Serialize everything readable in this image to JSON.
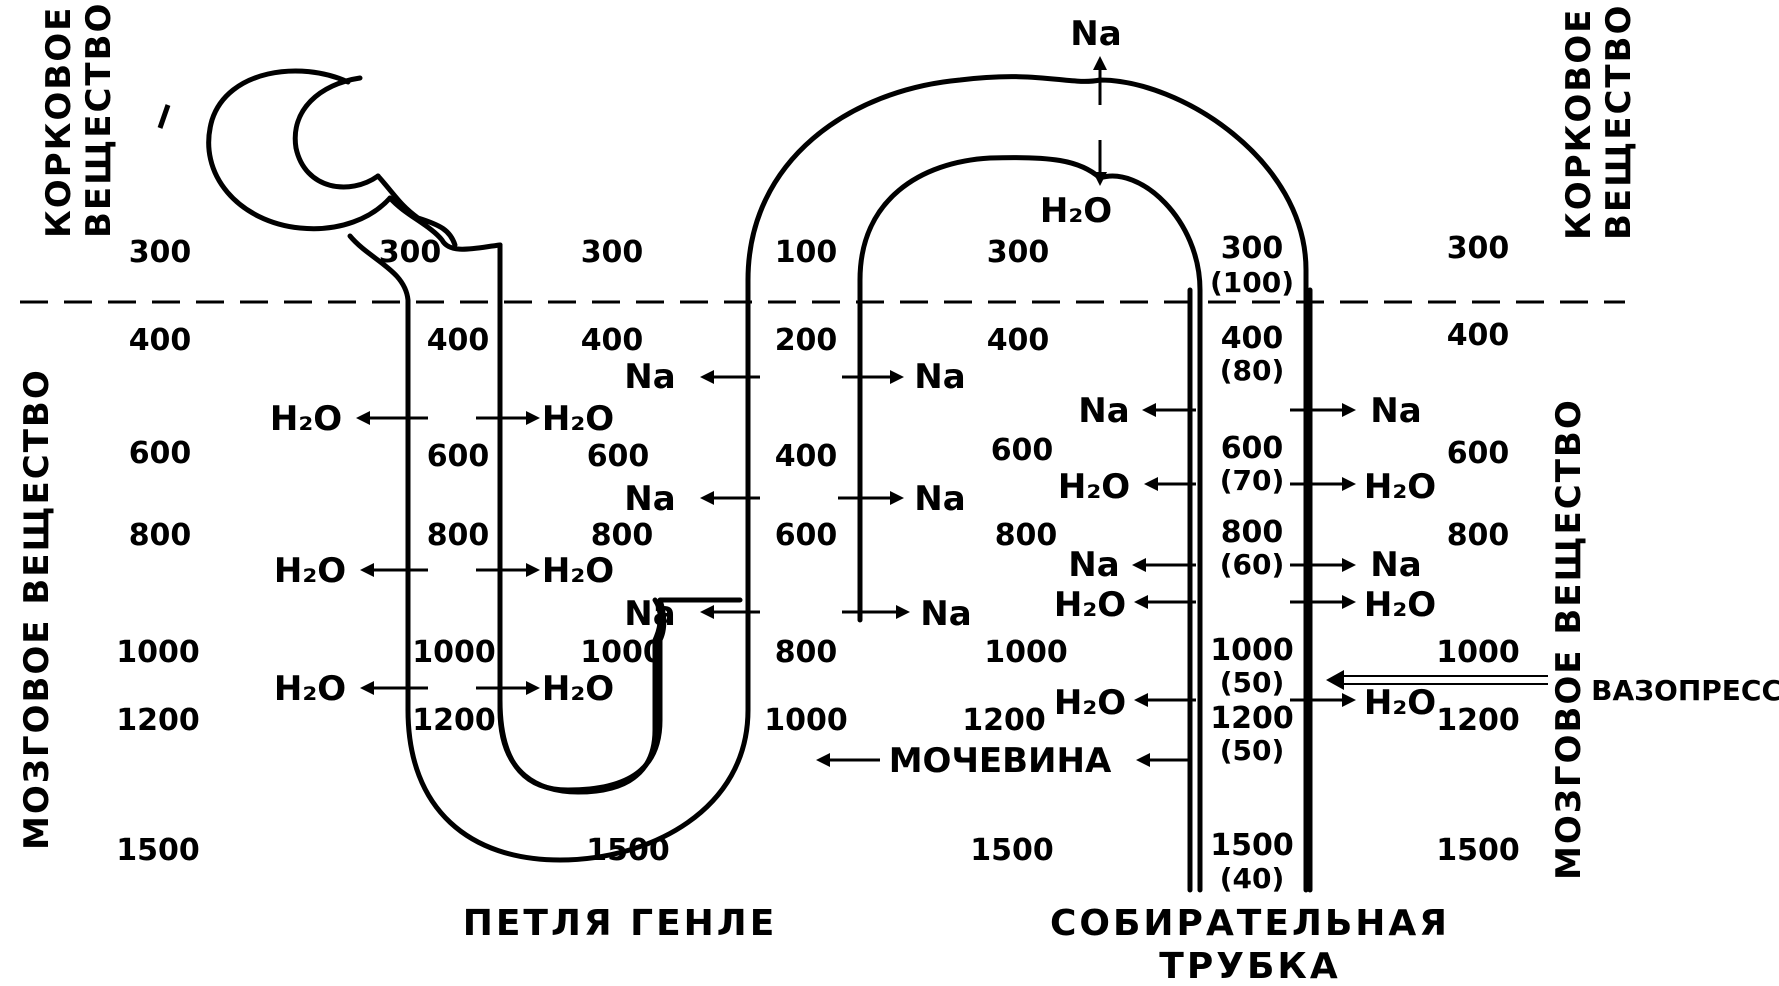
{
  "zones": {
    "cortex_left": [
      "КОРКОВОЕ",
      "ВЕЩЕСТВО"
    ],
    "cortex_right": [
      "КОРКОВОЕ",
      "ВЕЩЕСТВО"
    ],
    "medulla_left": "МОЗГОВОЕ ВЕЩЕСТВО",
    "medulla_right": "МОЗГОВОЕ ВЕЩЕСТВО"
  },
  "columns": {
    "outer_left": [
      "300",
      "400",
      "600",
      "800",
      "1000",
      "1200",
      "1500"
    ],
    "desc_limb": [
      "300",
      "400",
      "600",
      "800",
      "1000",
      "1200"
    ],
    "interstitium_1": [
      "300",
      "400",
      "600",
      "800",
      "1000",
      "1500"
    ],
    "asc_limb": [
      "100",
      "200",
      "400",
      "600",
      "800",
      "1000"
    ],
    "interstitium_2": [
      "300",
      "400",
      "600",
      "800",
      "1000",
      "1200",
      "1500"
    ],
    "collecting_duct": [
      "300",
      "(100)",
      "400",
      "(80)",
      "600",
      "(70)",
      "800",
      "(60)",
      "1000",
      "(50)",
      "1200",
      "(50)",
      "1500",
      "(40)"
    ],
    "outer_right": [
      "300",
      "400",
      "600",
      "800",
      "1000",
      "1200",
      "1500"
    ]
  },
  "substances": {
    "h2o": "H₂O",
    "na": "Na",
    "urea": "МОЧЕВИНА",
    "vasopressin": "ВАЗОПРЕССИН"
  },
  "captions": {
    "loop": "ПЕТЛЯ ГЕНЛЕ",
    "duct_line1": "СОБИРАТЕЛЬНАЯ",
    "duct_line2": "ТРУБКА"
  }
}
